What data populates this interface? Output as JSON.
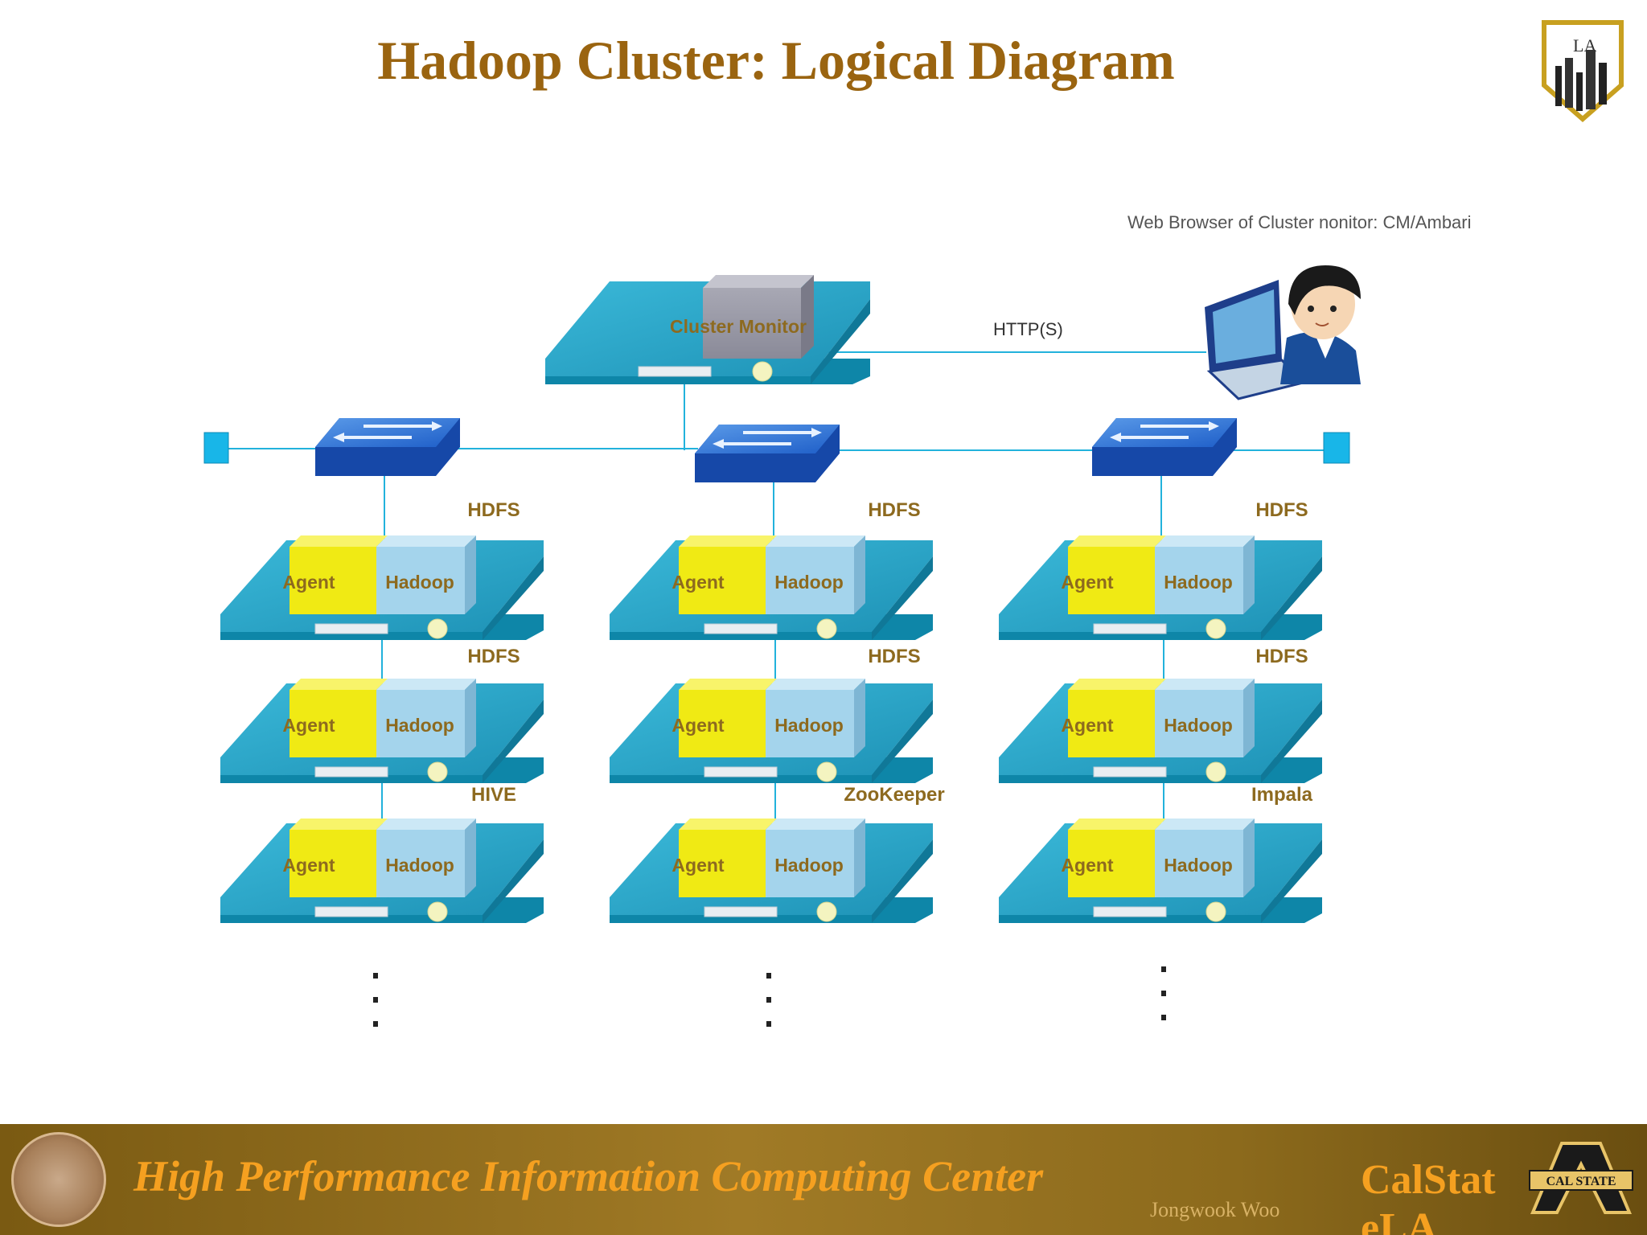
{
  "title": "Hadoop Cluster: Logical Diagram",
  "caption": "Web Browser of Cluster nonitor:  CM/Ambari",
  "monitor": {
    "label": "Cluster Monitor"
  },
  "link_label": "HTTP(S)",
  "node_labels": {
    "agent": "Agent",
    "hadoop": "Hadoop"
  },
  "columns": [
    {
      "services": [
        "HDFS",
        "HDFS",
        "HIVE"
      ]
    },
    {
      "services": [
        "HDFS",
        "HDFS",
        "ZooKeeper"
      ]
    },
    {
      "services": [
        "HDFS",
        "HDFS",
        "Impala"
      ]
    }
  ],
  "footer": {
    "title": "High Performance Information Computing Center",
    "author": "Jongwook Woo",
    "brand": "CalStateLA"
  },
  "logo_text": {
    "top": "LA",
    "bottom": "CAL STATE"
  },
  "colors": {
    "title": "#9a6410",
    "server_top": "#2aa8c8",
    "agent": "#f0ea14",
    "hadoop": "#a4d4ec",
    "label": "#8d6a1f",
    "footer_text": "#f5a020"
  }
}
